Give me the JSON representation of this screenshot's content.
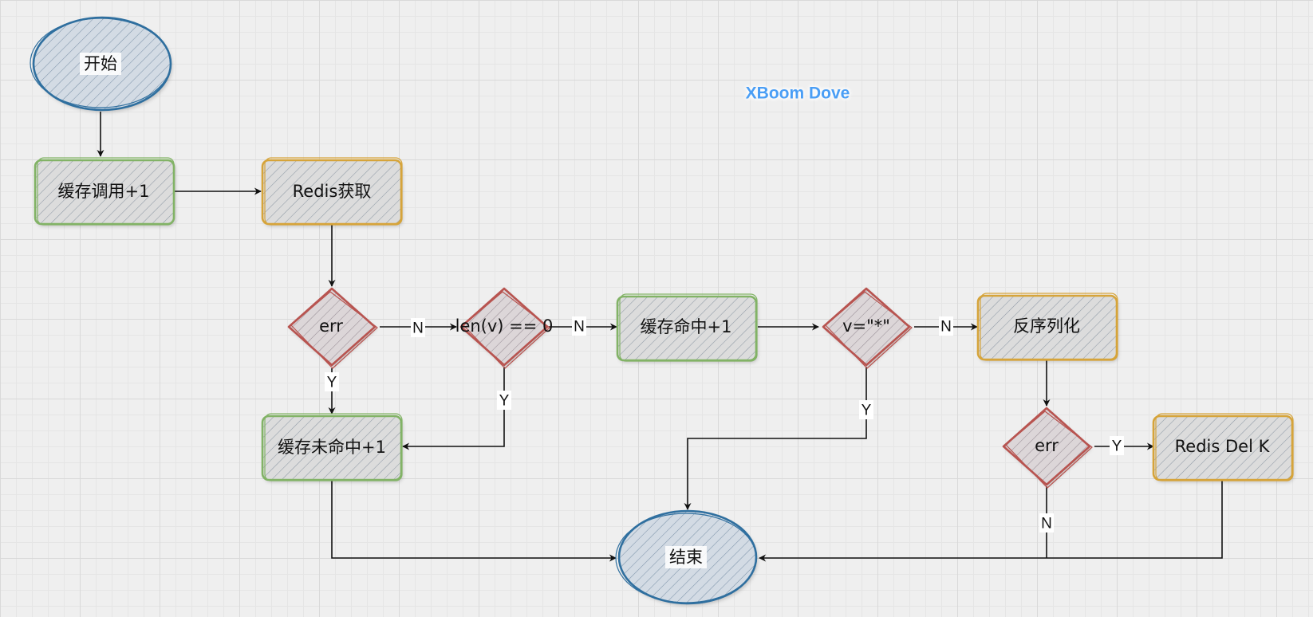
{
  "brand": {
    "text": "XBoom Dove",
    "color": "#4a9ef5"
  },
  "colors": {
    "terminal_stroke": "#2f6f9f",
    "terminal_fill": "#d4dde6",
    "green_stroke": "#82b366",
    "orange_stroke": "#d6a43a",
    "red_stroke": "#b85450",
    "process_fill": "#dddddd",
    "hatch": "#8fa0b2"
  },
  "nodes": {
    "start": {
      "label": "开始"
    },
    "cache_call": {
      "label": "缓存调用+1"
    },
    "redis_get": {
      "label": "Redis获取"
    },
    "err_check_1": {
      "label": "err"
    },
    "len_check": {
      "label": "len(v) == 0"
    },
    "cache_hit": {
      "label": "缓存命中+1"
    },
    "star_check": {
      "label": "v=\"*\""
    },
    "deserialize": {
      "label": "反序列化"
    },
    "cache_miss": {
      "label": "缓存未命中+1"
    },
    "err_check_2": {
      "label": "err"
    },
    "redis_del": {
      "label": "Redis Del K"
    },
    "end": {
      "label": "结束"
    }
  },
  "edge_labels": {
    "err1_no": "N",
    "err1_yes": "Y",
    "len_no": "N",
    "len_yes": "Y",
    "star_no": "N",
    "star_yes": "Y",
    "err2_yes": "Y",
    "err2_no": "N"
  }
}
